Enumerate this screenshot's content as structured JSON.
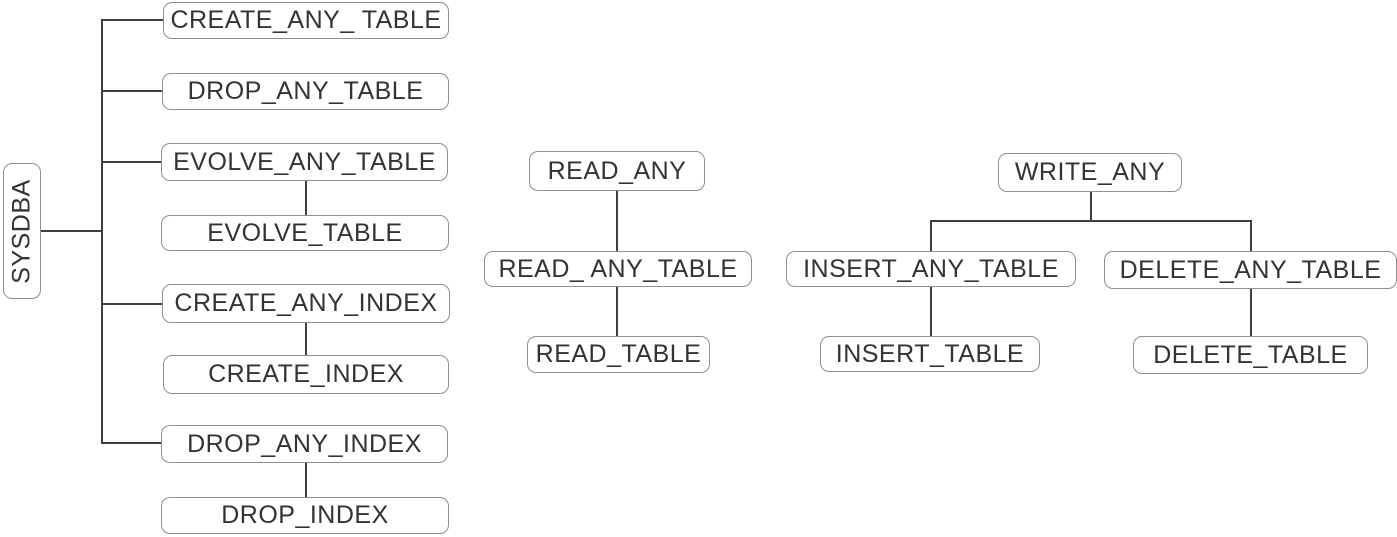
{
  "diagram": {
    "type": "privilege-hierarchy-tree",
    "colors": {
      "background": "#ffffff",
      "node_border": "#8f8f8f",
      "node_text": "#333333",
      "edge_line": "#404040"
    },
    "nodes": {
      "sysdba": {
        "label": "SYSDBA"
      },
      "create_any_table": {
        "label": "CREATE_ANY_ TABLE"
      },
      "drop_any_table": {
        "label": "DROP_ANY_TABLE"
      },
      "evolve_any_table": {
        "label": "EVOLVE_ANY_TABLE"
      },
      "evolve_table": {
        "label": "EVOLVE_TABLE"
      },
      "create_any_index": {
        "label": "CREATE_ANY_INDEX"
      },
      "create_index": {
        "label": "CREATE_INDEX"
      },
      "drop_any_index": {
        "label": "DROP_ANY_INDEX"
      },
      "drop_index": {
        "label": "DROP_INDEX"
      },
      "read_any": {
        "label": "READ_ANY"
      },
      "read_any_table": {
        "label": "READ_ ANY_TABLE"
      },
      "read_table": {
        "label": "READ_TABLE"
      },
      "write_any": {
        "label": "WRITE_ANY"
      },
      "insert_any_table": {
        "label": "INSERT_ANY_TABLE"
      },
      "insert_table": {
        "label": "INSERT_TABLE"
      },
      "delete_any_table": {
        "label": "DELETE_ANY_TABLE"
      },
      "delete_table": {
        "label": "DELETE_TABLE"
      }
    },
    "edges": [
      [
        "SYSDBA",
        "CREATE_ANY_ TABLE"
      ],
      [
        "SYSDBA",
        "DROP_ANY_TABLE"
      ],
      [
        "SYSDBA",
        "EVOLVE_ANY_TABLE"
      ],
      [
        "SYSDBA",
        "CREATE_ANY_INDEX"
      ],
      [
        "SYSDBA",
        "DROP_ANY_INDEX"
      ],
      [
        "EVOLVE_ANY_TABLE",
        "EVOLVE_TABLE"
      ],
      [
        "CREATE_ANY_INDEX",
        "CREATE_INDEX"
      ],
      [
        "DROP_ANY_INDEX",
        "DROP_INDEX"
      ],
      [
        "READ_ANY",
        "READ_ ANY_TABLE"
      ],
      [
        "READ_ ANY_TABLE",
        "READ_TABLE"
      ],
      [
        "WRITE_ANY",
        "INSERT_ANY_TABLE"
      ],
      [
        "WRITE_ANY",
        "DELETE_ANY_TABLE"
      ],
      [
        "INSERT_ANY_TABLE",
        "INSERT_TABLE"
      ],
      [
        "DELETE_ANY_TABLE",
        "DELETE_TABLE"
      ]
    ]
  }
}
